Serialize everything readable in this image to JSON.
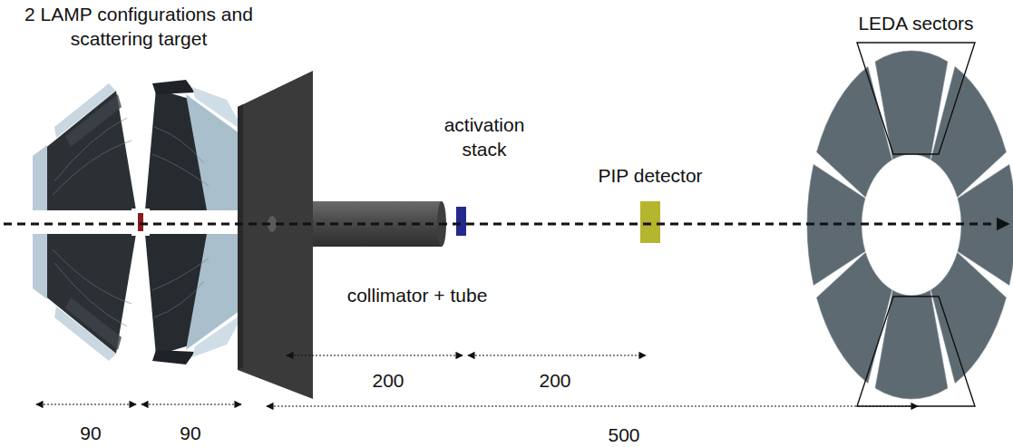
{
  "diagram": {
    "labels": [
      "2 LAMP configurations and scattering target",
      "LEDA sectors",
      "activation stack",
      "PIP detector",
      "collimator + tube",
      "200",
      "200",
      "90",
      "90",
      "500"
    ]
  }
}
